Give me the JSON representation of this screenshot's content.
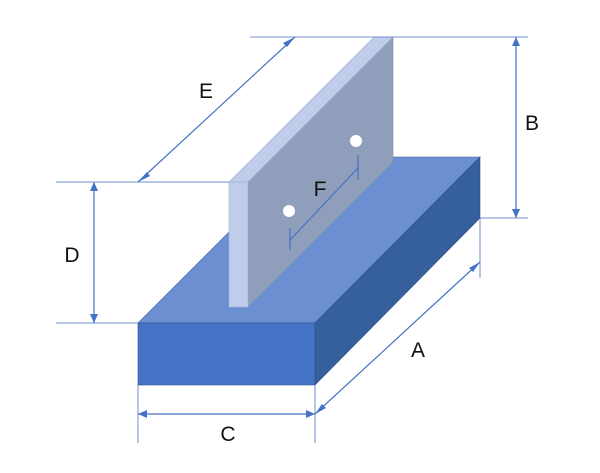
{
  "diagram": {
    "labels": {
      "A": "A",
      "B": "B",
      "C": "C",
      "D": "D",
      "E": "E",
      "F": "F"
    },
    "colors": {
      "base_front": "#4472C4",
      "base_top": "#6B8FD0",
      "base_side": "#365F9E",
      "plate_face": "#8E9EBB",
      "plate_edge": "#BFCDEA",
      "dimension_line": "#4472C4",
      "extension_line": "#6F8FCC",
      "hole": "#FFFFFF"
    }
  }
}
